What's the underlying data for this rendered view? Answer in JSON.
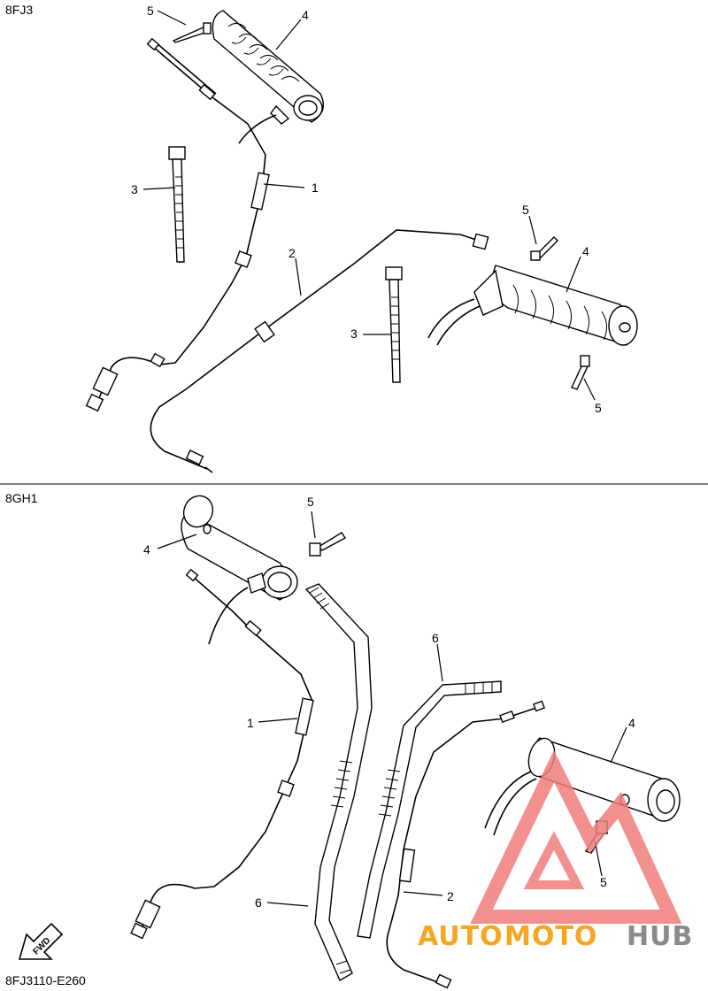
{
  "sections": [
    {
      "code": "8FJ3"
    },
    {
      "code": "8GH1"
    }
  ],
  "callouts": {
    "top": [
      "5",
      "4",
      "3",
      "1",
      "2",
      "5",
      "4",
      "3",
      "5"
    ],
    "bottom": [
      "5",
      "4",
      "1",
      "6",
      "4",
      "2",
      "6",
      "5"
    ]
  },
  "fwd_label": "FWD",
  "diagram_code": "8FJ3110-E260",
  "watermark": {
    "part1": "AUTO",
    "part2": "MOTO",
    "part3": "HUB"
  },
  "colors": {
    "watermark_red": "#f07d7d",
    "watermark_orange": "#f5a623",
    "watermark_gray": "#8a8a8a",
    "ink": "#000000"
  }
}
